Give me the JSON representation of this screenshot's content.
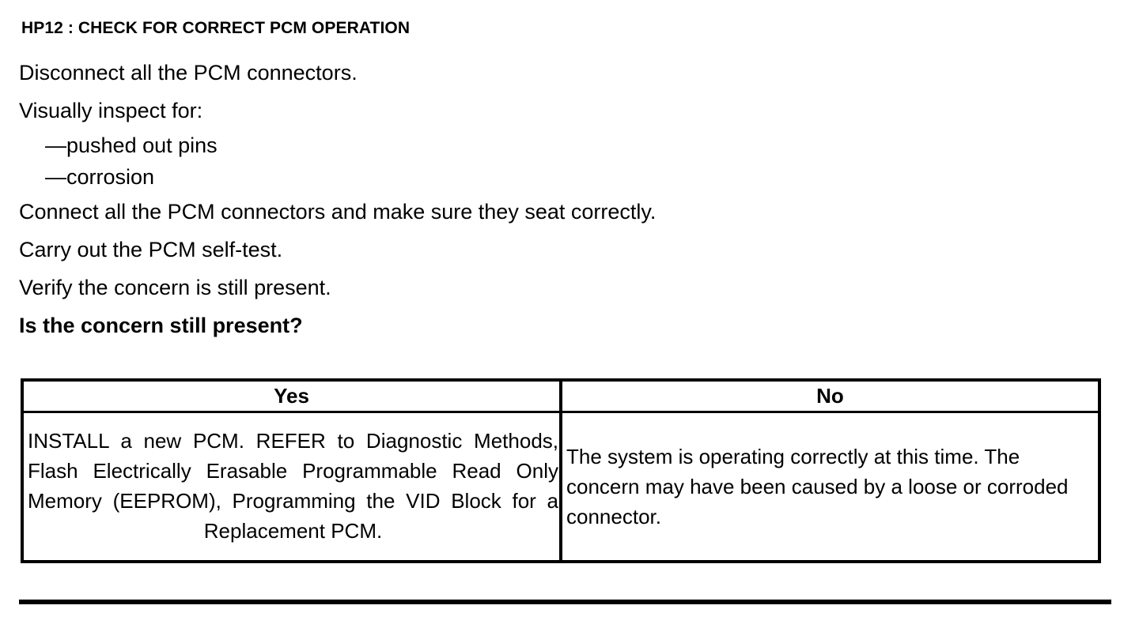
{
  "document": {
    "step_heading": "HP12 : CHECK FOR CORRECT PCM OPERATION",
    "instructions": [
      {
        "text": "Disconnect all the PCM connectors.",
        "style": "normal"
      },
      {
        "text": "Visually inspect for:",
        "style": "normal"
      },
      {
        "text": "—pushed out pins",
        "style": "sub"
      },
      {
        "text": "—corrosion",
        "style": "sub"
      },
      {
        "text": "Connect all the PCM connectors and make sure they seat correctly.",
        "style": "normal"
      },
      {
        "text": "Carry out the PCM self-test.",
        "style": "normal"
      },
      {
        "text": "Verify the concern is still present.",
        "style": "normal"
      },
      {
        "text": "Is the concern still present?",
        "style": "bold"
      }
    ],
    "decision_table": {
      "headers": [
        "Yes",
        "No"
      ],
      "cells": [
        "INSTALL a new PCM. REFER to Diagnostic Methods, Flash Electrically Erasable Programmable Read Only Memory (EEPROM), Programming the VID Block for a Replacement PCM.",
        "The system is operating correctly at this time. The concern may have been caused by a loose or corroded connector."
      ]
    }
  },
  "colors": {
    "ink": "#000000",
    "paper": "#ffffff"
  }
}
